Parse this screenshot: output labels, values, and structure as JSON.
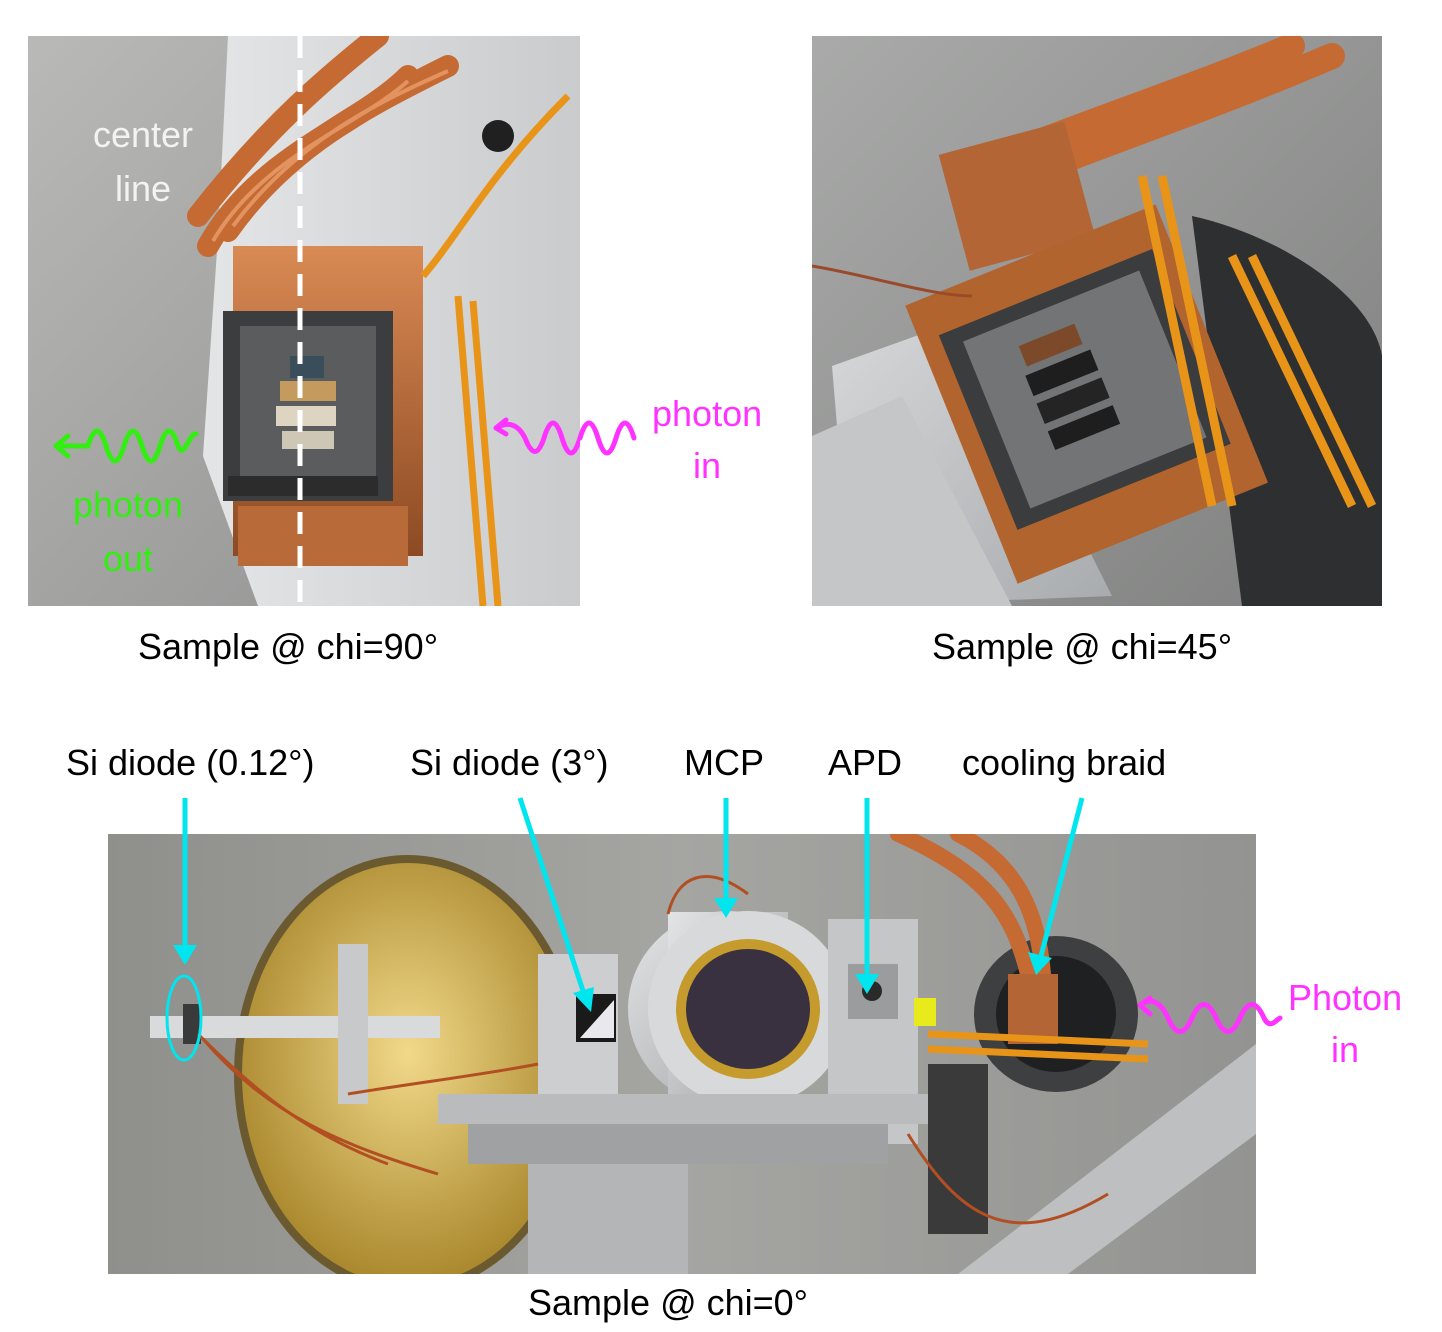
{
  "panels": {
    "chi90": {
      "caption": "Sample @ chi=90°",
      "center_line": "center\nline",
      "photon_out": "photon\nout",
      "photon_in": "photon\nin"
    },
    "chi45": {
      "caption": "Sample @ chi=45°"
    },
    "chi0": {
      "caption": "Sample @ chi=0°",
      "labels": {
        "si_diode_012": "Si diode (0.12°)",
        "si_diode_3": "Si diode (3°)",
        "mcp": "MCP",
        "apd": "APD",
        "cooling_braid": "cooling braid",
        "photon_in": "Photon\nin"
      }
    }
  },
  "colors": {
    "cyan_arrow": "#00e5ee",
    "photon_in": "#ff33ff",
    "photon_out": "#33ee11",
    "copper": "#c8703a",
    "steel": "#b5b8bb"
  }
}
